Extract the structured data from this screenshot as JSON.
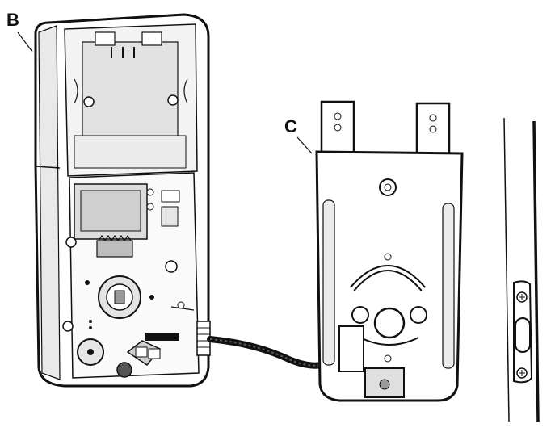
{
  "diagram": {
    "callouts": [
      {
        "id": "B",
        "label": "B"
      },
      {
        "id": "C",
        "label": "C"
      }
    ],
    "colors": {
      "line": "#111111",
      "gray_light": "#eeeeee",
      "gray_mid": "#d6d6d6",
      "gray_dark": "#9a9a9a",
      "background": "#ffffff"
    }
  }
}
